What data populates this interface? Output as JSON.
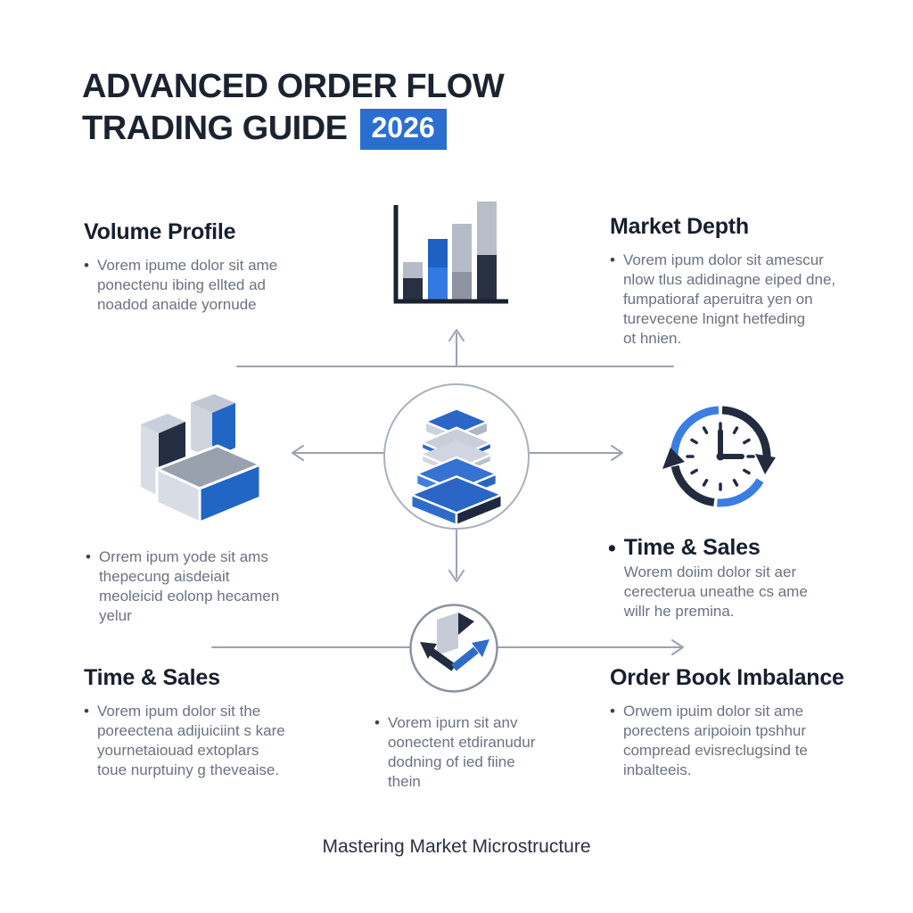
{
  "ui": {
    "bullet": "•"
  },
  "title": {
    "line1": "ADVANCED ORDER FLOW",
    "line2": "TRADING GUIDE",
    "badge": "2026"
  },
  "nodes": {
    "volume_profile": {
      "heading": "Volume Profile",
      "body": "Vorem ipume dolor sit ame\nponectenu ibing ellted ad\nnoadod anaide yornude"
    },
    "market_depth": {
      "heading": "Market Depth",
      "body": "Vorem ipum dolor sit amescur\nnlow tlus adidinagne eiped dne,\nfumpatioraf aperuitra yen on\nturevecene lnignt hetfeding\not hnien."
    },
    "left_note": {
      "body": "Orrem ipum yode sit ams\nthepecung aisdeiait\nmeoleicid eolonp hecamen\nyelur"
    },
    "time_sales_right": {
      "heading": "Time & Sales",
      "body": "Worem doiim dolor sit aer\ncerecterua uneathe cs ame\nwillr he premina."
    },
    "time_sales_left": {
      "heading": "Time & Sales",
      "body": "Vorem ipum dolor sit the\nporeectena adijuiciint s kare\nyournetaiouad extoplars\ntoue nurptuiny g theveaise."
    },
    "center_note": {
      "body": "Vorem ipurn sit anv\noonectent etdiranudur\ndodning of ied fiine\nthein"
    },
    "order_book": {
      "heading": "Order Book Imbalance",
      "body": "Orwem ipuim dolor sit ame\nporectens aripoioin tpshhur\ncompread evisreclugsind te\ninbalteeis."
    }
  },
  "footer": {
    "caption": "Mastering Market Microstructure"
  },
  "icons": {
    "top_center": "bar-chart-icon",
    "center": "stacked-layers-icon",
    "left": "3d-blocks-icon",
    "right": "clock-refresh-icon",
    "bottom_center": "box-flow-icon"
  },
  "colors": {
    "badge_bg": "#2a6fd0",
    "heading_text": "#171f2e",
    "body_text": "#6b7280",
    "connector_gray": "#9aa3b1",
    "navy": "#232c3f",
    "blue": "#2f6cc9",
    "light_blue": "#3b7ee2",
    "light_gray": "#c9ced9",
    "mid_gray": "#949aa8"
  }
}
